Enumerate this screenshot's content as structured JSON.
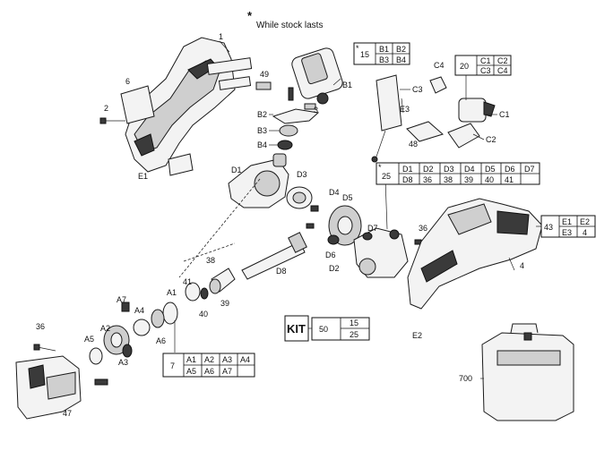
{
  "note": {
    "star": "*",
    "text": "While stock lasts"
  },
  "labels": {
    "p1": "1",
    "p2": "2",
    "p3": "3",
    "p4": "4",
    "p6": "6",
    "p7": "7",
    "p15": "15",
    "p20": "20",
    "p25": "25",
    "p36a": "36",
    "p36b": "36",
    "p38": "38",
    "p39": "39",
    "p40": "40",
    "p41": "41",
    "p43": "43",
    "p47": "47",
    "p48": "48",
    "p49": "49",
    "p50": "50",
    "p700": "700",
    "A1": "A1",
    "A2": "A2",
    "A3": "A3",
    "A4": "A4",
    "A5": "A5",
    "A6": "A6",
    "A7": "A7",
    "B1": "B1",
    "B2": "B2",
    "B3": "B3",
    "B4": "B4",
    "C1": "C1",
    "C2": "C2",
    "C3": "C3",
    "C4": "C4",
    "D1": "D1",
    "D2": "D2",
    "D3": "D3",
    "D4": "D4",
    "D5": "D5",
    "D6": "D6",
    "D7": "D7",
    "D8": "D8",
    "E1": "E1",
    "E2": "E2",
    "E3": "E3"
  },
  "tables": {
    "t15": {
      "num": "15",
      "star": "*",
      "cells": [
        "B1",
        "B2",
        "B3",
        "B4"
      ]
    },
    "t20": {
      "num": "20",
      "cells": [
        "C1",
        "C2",
        "C3",
        "C4"
      ]
    },
    "t25": {
      "num": "25",
      "star": "*",
      "row1": [
        "D1",
        "D2",
        "D3",
        "D4",
        "D5",
        "D6",
        "D7"
      ],
      "row2": [
        "D8",
        "36",
        "38",
        "39",
        "40",
        "41",
        ""
      ]
    },
    "t43": {
      "num": "43",
      "cells": [
        "E1",
        "E2",
        "E3",
        "4"
      ]
    },
    "t7": {
      "num": "7",
      "row1": [
        "A1",
        "A2",
        "A3",
        "A4"
      ],
      "row2": [
        "A5",
        "A6",
        "A7",
        ""
      ]
    },
    "kit": {
      "word": "KIT",
      "num": "50",
      "values": [
        "15",
        "25"
      ]
    }
  }
}
